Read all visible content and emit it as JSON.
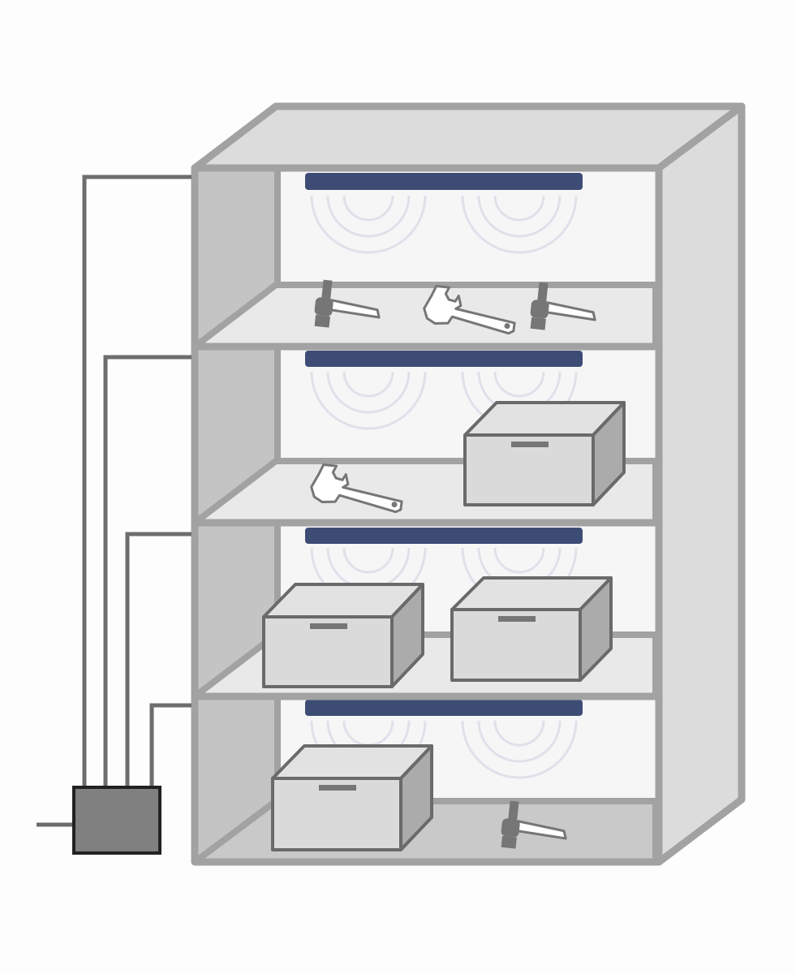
{
  "diagram": {
    "subject": "shelving-unit-with-wireless-emitters",
    "colors": {
      "background": "#fdfdfd",
      "frame": "#a2a2a2",
      "side_panel": "#dcdcdc",
      "left_wall": "#c4c4c4",
      "back_wall": "#f6f6f7",
      "shelf_surface": "#e9e9e9",
      "bottom_surface": "#c9c9c9",
      "emitter_bar": "#3d4c74",
      "signal_wave": "#dfe1ea",
      "wire": "#6d6d6d",
      "controller_fill": "#808080",
      "controller_border": "#222222",
      "box_front": "#dadada",
      "box_top": "#e2e2e2",
      "box_side": "#ababab",
      "box_outline": "#6a6a6a",
      "tool": "#767676"
    },
    "compartments": [
      {
        "level": 1,
        "emitter": "emitter-bar",
        "contents": [
          "hammer",
          "wrench",
          "hammer"
        ]
      },
      {
        "level": 2,
        "emitter": "emitter-bar",
        "contents": [
          "wrench",
          "storage-box"
        ]
      },
      {
        "level": 3,
        "emitter": "emitter-bar",
        "contents": [
          "storage-box",
          "storage-box"
        ]
      },
      {
        "level": 4,
        "emitter": "emitter-bar",
        "contents": [
          "storage-box",
          "hammer"
        ]
      }
    ],
    "controller": {
      "icon": "controller-box",
      "wire_count": 4,
      "input_line": true
    }
  }
}
